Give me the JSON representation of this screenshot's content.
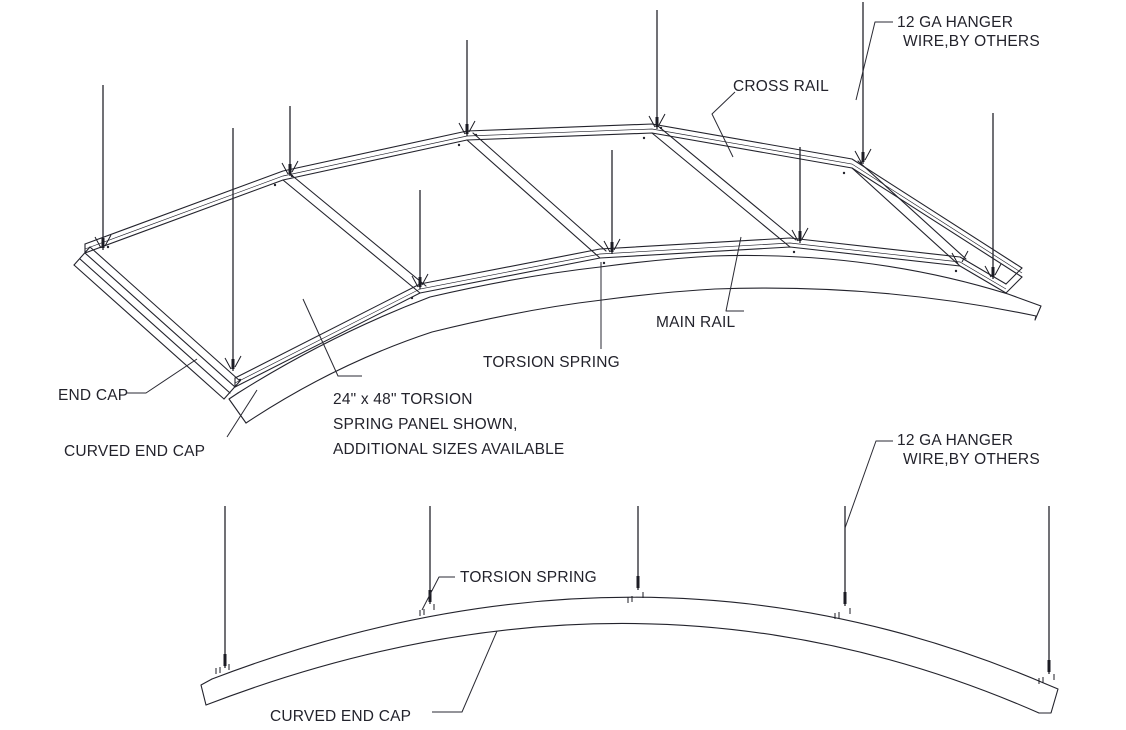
{
  "drawing": {
    "background": "#ffffff",
    "line_color": "#23232c",
    "views": {
      "isometric": {
        "description_labels": {
          "hanger_wire": {
            "line1": "12 GA HANGER",
            "line2": "WIRE,BY OTHERS"
          },
          "cross_rail": "CROSS RAIL",
          "main_rail": "MAIN RAIL",
          "torsion_spring": "TORSION SPRING",
          "end_cap": "END CAP",
          "curved_end_cap": "CURVED END CAP",
          "panel_note": {
            "line1": "24\" x 48\" TORSION",
            "line2": "SPRING PANEL SHOWN,",
            "line3": "ADDITIONAL SIZES AVAILABLE"
          }
        }
      },
      "elevation": {
        "description_labels": {
          "hanger_wire": {
            "line1": "12 GA HANGER",
            "line2": "WIRE,BY OTHERS"
          },
          "torsion_spring": "TORSION SPRING",
          "curved_end_cap": "CURVED END CAP"
        }
      }
    }
  }
}
